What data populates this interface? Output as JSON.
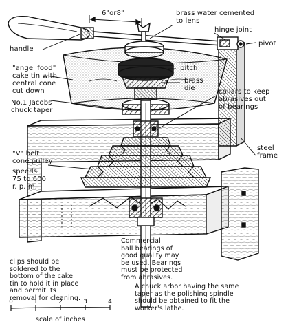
{
  "diagram": {
    "labels": {
      "dimension": "6\"or8\"",
      "brass_water": "brass water cemented\nto lens",
      "hinge_joint": "hinge joint",
      "pivot": "pivot",
      "handle": "handle",
      "cake_tin": "\"angel food\"\ncake tin with\ncentral cone\ncut down",
      "pitch": "pitch",
      "brass_die": "brass\ndie",
      "chuck_taper": "No.1 Jacobs\nchuck taper",
      "collars": "collars to keep\nabrasives out\nof bearings",
      "v_belt": "\"V\" belt\ncone pulley",
      "speeds": "speeds\n75 to 600\nr. p. m.",
      "steel_frame": "steel\nframe",
      "bearings_note": "Commercial\nball bearings of\ngood quality may\nbe used. Bearings\nmust be protected\nfrom abrasives.",
      "clips_note": "clips should be\nsoldered to the\nbottom of the cake\ntin to hold it in place\nand permit its\nremoval for cleaning.",
      "arbor_note": "A chuck arbor having the same\ntaper as the polishing spindle\nshould be obtained to fit the\nworker's lathe.",
      "scale_title": "scale of inches"
    },
    "scale_ticks": [
      "0",
      "1",
      "2",
      "3",
      "4"
    ]
  }
}
